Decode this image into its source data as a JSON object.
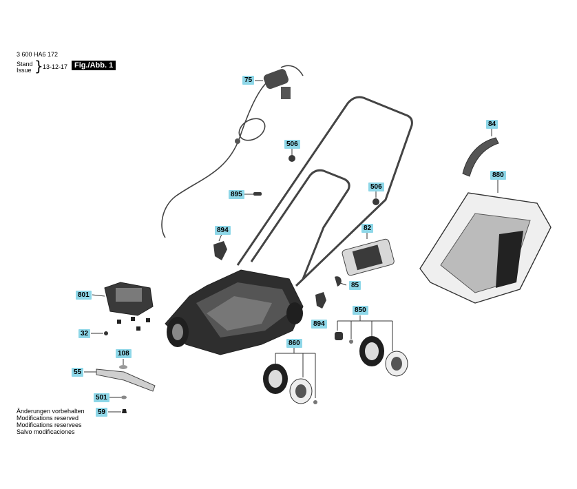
{
  "header": {
    "doc_number": "3 600 HA6 172",
    "stand_label": "Stand",
    "issue_label": "Issue",
    "date": "13-12-17",
    "figure_label": "Fig./Abb. 1"
  },
  "callouts": {
    "c75": "75",
    "c506a": "506",
    "c506b": "506",
    "c895": "895",
    "c894a": "894",
    "c894b": "894",
    "c82": "82",
    "c85": "85",
    "c84": "84",
    "c880": "880",
    "c801": "801",
    "c32": "32",
    "c108": "108",
    "c55": "55",
    "c501": "501",
    "c59": "59",
    "c850": "850",
    "c860": "860"
  },
  "notes": [
    "Änderungen vorbehalten",
    "Modifications reserved",
    "Modifications reservees",
    "Salvo modificaciones"
  ],
  "colors": {
    "callout_bg": "#8ed7e8",
    "line": "#333333",
    "part_dark": "#3a3a3a",
    "part_light": "#d8d8d8"
  }
}
